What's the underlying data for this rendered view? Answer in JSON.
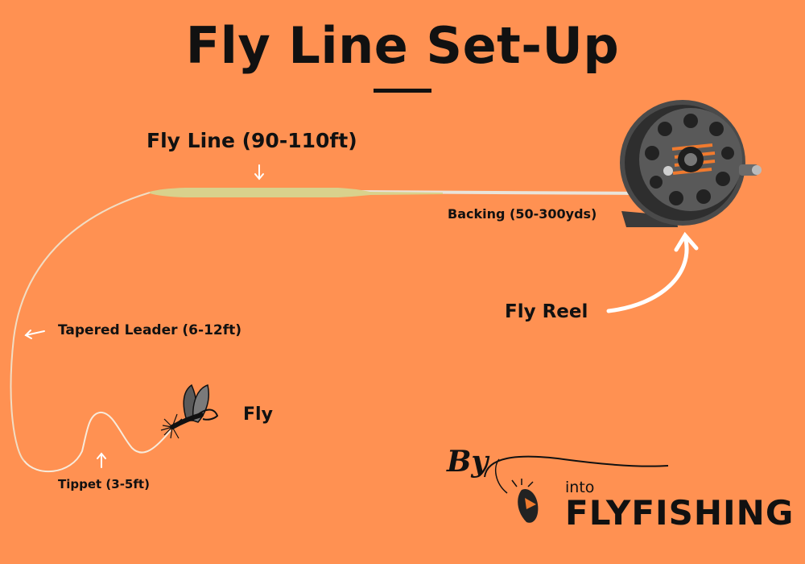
{
  "title": "Fly Line Set-Up",
  "labels": {
    "fly_line": "Fly Line (90-110ft)",
    "backing": "Backing (50-300yds)",
    "fly_reel": "Fly Reel",
    "tapered_leader": "Tapered Leader (6-12ft)",
    "fly": "Fly",
    "tippet": "Tippet (3-5ft)"
  },
  "brand": {
    "by": "By",
    "into": "into",
    "name": "FLYFISHING"
  },
  "colors": {
    "background": "#FF9152",
    "text": "#111111",
    "fly_line": "#D9D18C",
    "backing": "#E9E4DA",
    "leader": "#F5E2C8",
    "arrow": "#FFFFFF"
  }
}
